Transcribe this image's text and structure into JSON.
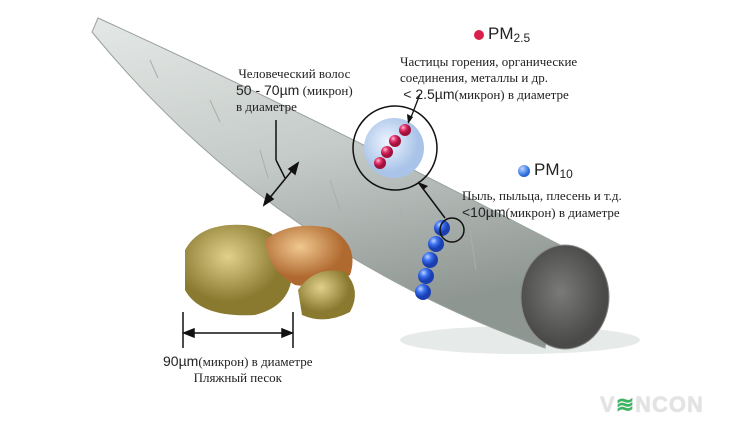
{
  "hair": {
    "line1": "Человеческий волос",
    "size": "50 - 70",
    "unit": "µm",
    "line2_suffix": "(микрон)",
    "line3": "в диаметре"
  },
  "pm25": {
    "title": "PM",
    "sub": "2.5",
    "line1": "Частицы горения, органические",
    "line2": "соединения, металлы и др.",
    "size": "< 2.5",
    "unit": "µm",
    "suffix": "(микрон) в диаметре",
    "color": "#d8204a"
  },
  "pm10": {
    "title": "PM",
    "sub": "10",
    "line1": "Пыль, пыльца, плесень и т.д.",
    "size": "<10",
    "unit": "µm",
    "suffix": "(микрон) в диаметре",
    "color": "#2a6ee0"
  },
  "sand": {
    "size": "90",
    "unit": "µm",
    "suffix": "(микрон) в диаметре",
    "line2": "Пляжный песок"
  },
  "logo": {
    "pre": "V",
    "e": "≋",
    "post": "NCON"
  }
}
